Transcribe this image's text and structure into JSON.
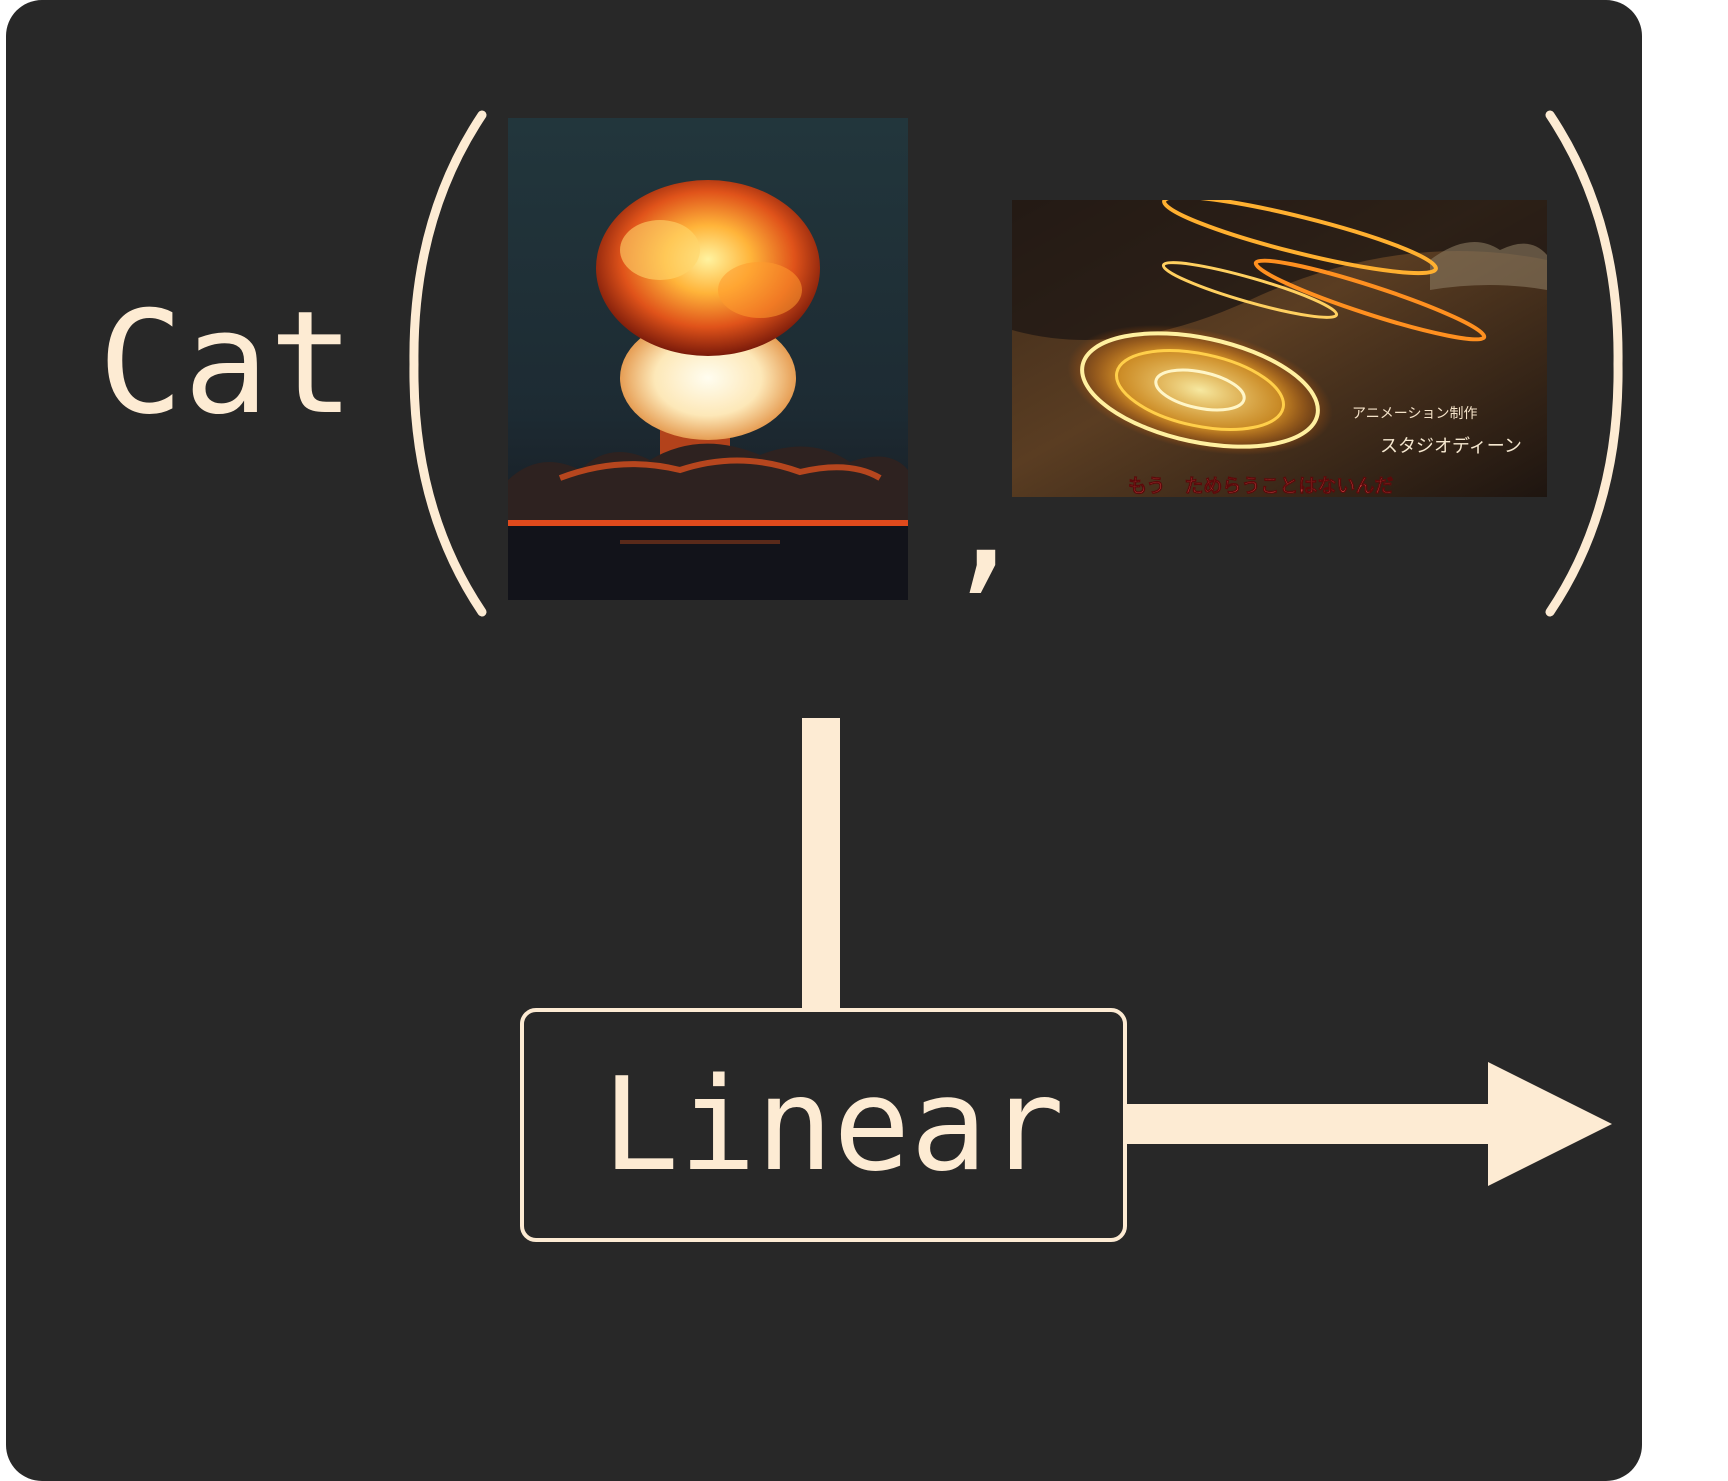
{
  "colors": {
    "page_background": "#ffffff",
    "panel_background": "#282828",
    "foreground": "#fdebd3"
  },
  "expression": {
    "function_name": "Cat",
    "separator": ","
  },
  "images": [
    {
      "name": "explosion-image",
      "depicts": "mushroom cloud explosion at dusk over water"
    },
    {
      "name": "anime-screenshot-image",
      "depicts": "anime frame with glowing magic circles over a landscape",
      "caption_lines": [
        "アニメーション制作",
        "スタジオディーン",
        "もう　ためらうことはないんだ"
      ]
    }
  ],
  "operation": {
    "label": "Linear"
  }
}
